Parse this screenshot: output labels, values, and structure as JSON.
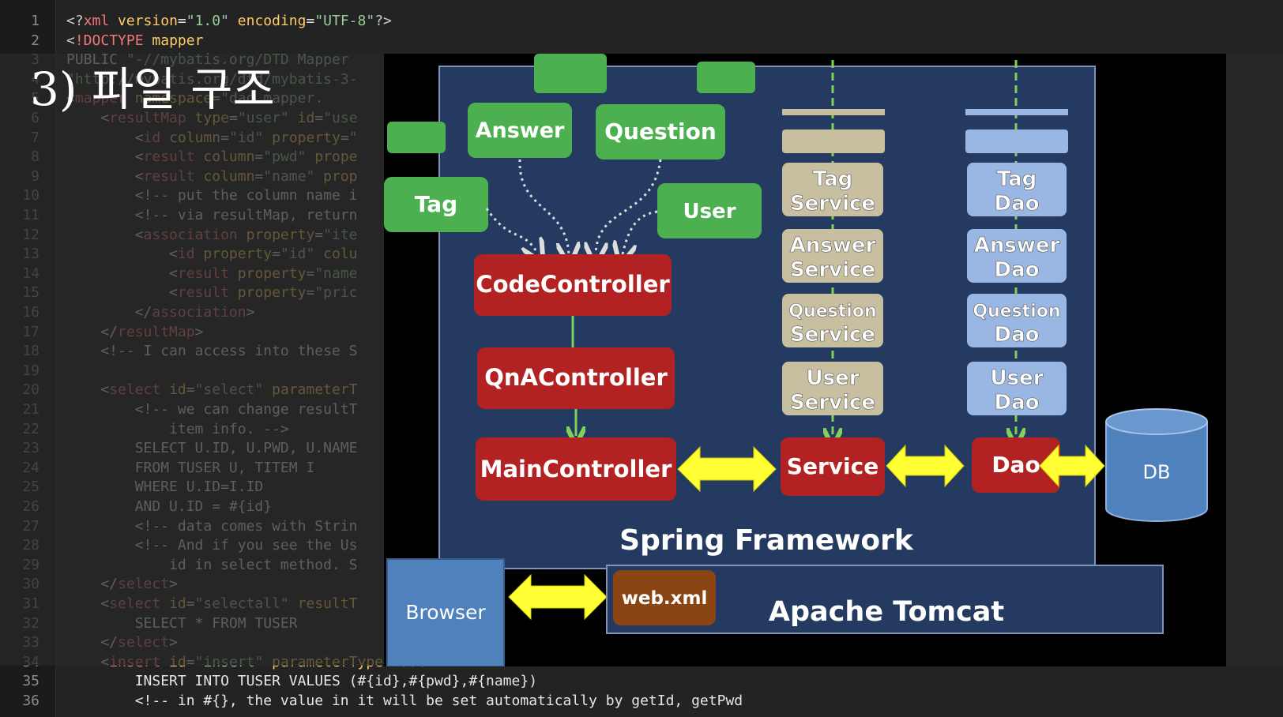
{
  "code_lines": [
    {
      "n": "1",
      "html": "<span class='kw'>&lt;?</span><span class='tag'>xml</span> <span class='attr'>version</span>=<span class='str'>\"1.0\"</span> <span class='attr'>encoding</span>=<span class='str'>\"UTF-8\"</span><span class='kw'>?&gt;</span>"
    },
    {
      "n": "2",
      "html": "<span class='kw'>&lt;</span><span class='tag'>!DOCTYPE</span> <span class='attr'>mapper</span>"
    },
    {
      "n": "3",
      "html": "PUBLIC <span class='str'>\"-//mybatis.org/DTD Mapper</span>"
    },
    {
      "n": "4",
      "html": "<span class='str'>\"http://mybatis.org/dtd/mybatis-3-</span>"
    },
    {
      "n": "5",
      "html": "<span class='kw'>&lt;</span><span class='tag'>mapper</span> <span class='attr'>namespace</span>=<span class='str'>\"dao.mapper.</span>"
    },
    {
      "n": "6",
      "html": "    &lt;<span class='tag'>resultMap</span> <span class='attr'>type</span>=<span class='str'>\"user\"</span> <span class='attr'>id</span>=<span class='str'>\"use</span>"
    },
    {
      "n": "7",
      "html": "        &lt;<span class='tag'>id</span> <span class='attr'>column</span>=<span class='str'>\"id\"</span> <span class='attr'>property</span>=<span class='str'>\"</span>"
    },
    {
      "n": "8",
      "html": "        &lt;<span class='tag'>result</span> <span class='attr'>column</span>=<span class='str'>\"pwd\"</span> <span class='attr'>prope</span>"
    },
    {
      "n": "9",
      "html": "        &lt;<span class='tag'>result</span> <span class='attr'>column</span>=<span class='str'>\"name\"</span> <span class='attr'>prop</span>"
    },
    {
      "n": "10",
      "html": "        &lt;!-- put the column name i"
    },
    {
      "n": "11",
      "html": "        &lt;!-- via resultMap, return"
    },
    {
      "n": "12",
      "html": "        &lt;<span class='tag'>association</span> <span class='attr'>property</span>=<span class='str'>\"ite</span>"
    },
    {
      "n": "13",
      "html": "            &lt;<span class='tag'>id</span> <span class='attr'>property</span>=<span class='str'>\"id\"</span> <span class='attr'>colu</span>"
    },
    {
      "n": "14",
      "html": "            &lt;<span class='tag'>result</span> <span class='attr'>property</span>=<span class='str'>\"name</span>"
    },
    {
      "n": "15",
      "html": "            &lt;<span class='tag'>result</span> <span class='attr'>property</span>=<span class='str'>\"pric</span>"
    },
    {
      "n": "16",
      "html": "        &lt;/<span class='tag'>association</span>&gt;"
    },
    {
      "n": "17",
      "html": "    &lt;/<span class='tag'>resultMap</span>&gt;"
    },
    {
      "n": "18",
      "html": "    &lt;!-- I can access into these S"
    },
    {
      "n": "19",
      "html": ""
    },
    {
      "n": "20",
      "html": "    &lt;<span class='tag'>select</span> <span class='attr'>id</span>=<span class='str'>\"select\"</span> <span class='attr'>parameterT</span>"
    },
    {
      "n": "21",
      "html": "        &lt;!-- we can change resultT"
    },
    {
      "n": "22",
      "html": "            item info. --&gt;"
    },
    {
      "n": "23",
      "html": "        SELECT U.ID, U.PWD, U.NAME"
    },
    {
      "n": "24",
      "html": "        FROM TUSER U, TITEM I"
    },
    {
      "n": "25",
      "html": "        WHERE U.ID=I.ID"
    },
    {
      "n": "26",
      "html": "        AND U.ID = #{id}"
    },
    {
      "n": "27",
      "html": "        &lt;!-- data comes with Strin"
    },
    {
      "n": "28",
      "html": "        &lt;!-- And if you see the Us"
    },
    {
      "n": "29",
      "html": "            id in select method. S"
    },
    {
      "n": "30",
      "html": "    &lt;/<span class='tag'>select</span>&gt;"
    },
    {
      "n": "31",
      "html": "    &lt;<span class='tag'>select</span> <span class='attr'>id</span>=<span class='str'>\"selectall\"</span> <span class='attr'>resultT</span>"
    },
    {
      "n": "32",
      "html": "        SELECT * FROM TUSER"
    },
    {
      "n": "33",
      "html": "    &lt;/<span class='tag'>select</span>&gt;"
    },
    {
      "n": "34",
      "html": "    &lt;<span class='tag'>insert</span> <span class='attr'>id</span>=<span class='str'>\"insert\"</span> <span class='attr'>parameterType</span>=<span class='str'>\"user\"</span>&gt;"
    },
    {
      "n": "35",
      "html": "        INSERT INTO TUSER VALUES (#{id},#{pwd},#{name})"
    },
    {
      "n": "36",
      "html": "        &lt;!-- in #{}, the value in it will be set automatically by getId, getPwd"
    }
  ],
  "slide": {
    "title": "3) 파일 구조",
    "models": {
      "answer": "Answer",
      "question": "Question",
      "tag": "Tag",
      "user": "User"
    },
    "controllers": {
      "code": "CodeController",
      "qna": "QnAController",
      "main": "MainController"
    },
    "services": [
      [
        "Tag",
        "Service"
      ],
      [
        "Answer",
        "Service"
      ],
      [
        "Question",
        "Service"
      ],
      [
        "User",
        "Service"
      ]
    ],
    "daos": [
      [
        "Tag",
        "Dao"
      ],
      [
        "Answer",
        "Dao"
      ],
      [
        "Question",
        "Dao"
      ],
      [
        "User",
        "Dao"
      ]
    ],
    "service_label": "Service",
    "dao_label": "Dao",
    "db_label": "DB",
    "framework_label": "Spring Framework",
    "browser_label": "Browser",
    "webxml_label": "web.xml",
    "tomcat_label": "Apache Tomcat"
  },
  "colors": {
    "green": "#4caf50",
    "red": "#b22222",
    "tan": "#c8bea0",
    "lightblue": "#9ab7e3",
    "navy": "#243a60",
    "yellow": "#ffff33",
    "db": "#4f81bd",
    "browser": "#4f81bd",
    "webxml": "#8b4513"
  }
}
